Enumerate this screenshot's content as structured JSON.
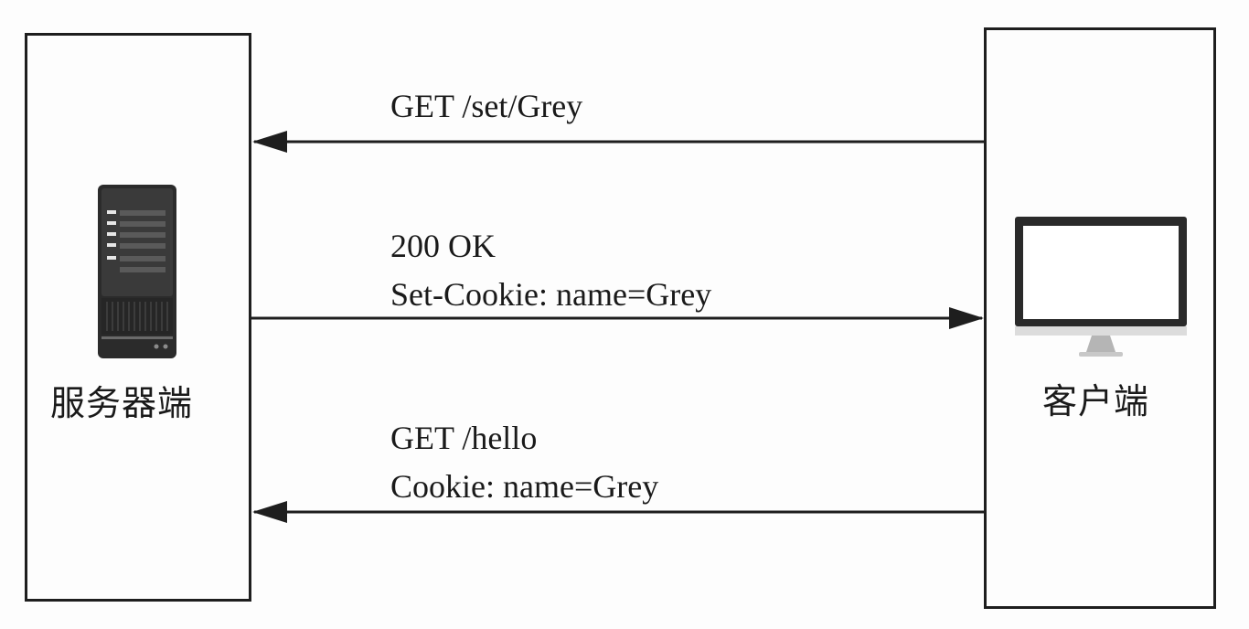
{
  "nodes": {
    "server": {
      "label": "服务器端",
      "icon": "server-tower-icon"
    },
    "client": {
      "label": "客户端",
      "icon": "desktop-monitor-icon"
    }
  },
  "messages": [
    {
      "direction": "client-to-server",
      "lines": [
        "GET /set/Grey"
      ]
    },
    {
      "direction": "server-to-client",
      "lines": [
        "200 OK",
        "Set-Cookie: name=Grey"
      ]
    },
    {
      "direction": "client-to-server",
      "lines": [
        "GET /hello",
        "Cookie: name=Grey"
      ]
    }
  ],
  "colors": {
    "line": "#1e1e1e",
    "text": "#1a1a1a",
    "background": "#fdfdfd"
  }
}
